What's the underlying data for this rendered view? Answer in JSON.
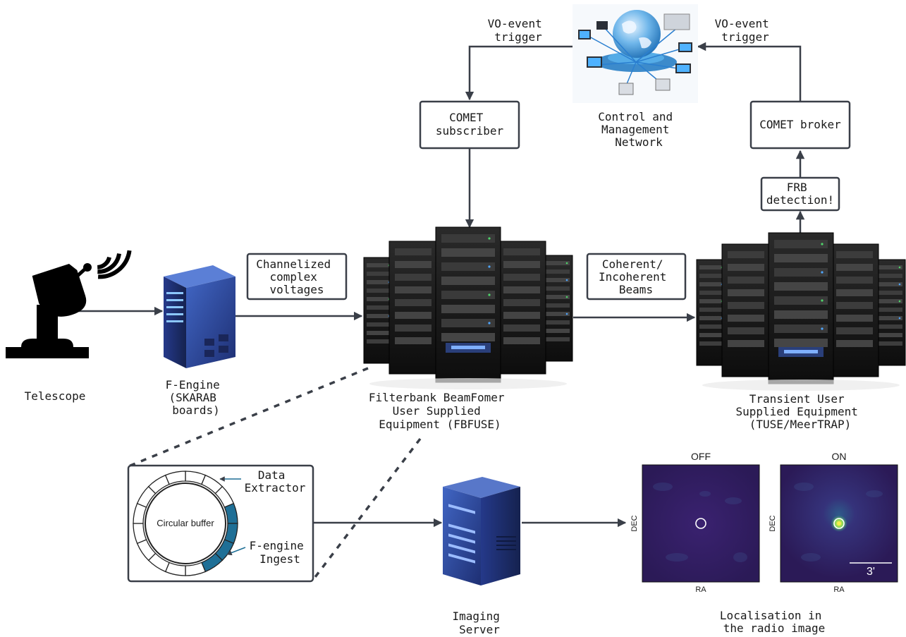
{
  "colors": {
    "edge": "#3a3f48",
    "buffer_segment": "#1f6f96",
    "fengine_blue": "#2f4a9a",
    "server_dark": "#1a1a1a",
    "server_light": "#4f7ad8",
    "radio_bg": "#2b1a57",
    "radio_source": "#f0e63a"
  },
  "nodes": {
    "telescope": {
      "label": [
        "Telescope"
      ],
      "icon": "satellite-dish-icon"
    },
    "f_engine": {
      "label": [
        "F-Engine",
        "(SKARAB",
        "boards)"
      ],
      "icon": "blue-server-icon"
    },
    "fbfuse": {
      "label": [
        "Filterbank BeamFomer",
        "User Supplied",
        "Equipment (FBFUSE)"
      ],
      "icon": "server-rack-icon"
    },
    "tuse": {
      "label": [
        "Transient User",
        "Supplied Equipment",
        "(TUSE/MeerTRAP)"
      ],
      "icon": "server-rack-icon"
    },
    "network": {
      "label": [
        "Control and",
        "Management",
        "Network"
      ],
      "icon": "globe-network-icon"
    },
    "comet_subscriber": {
      "label": [
        "COMET",
        "subscriber"
      ]
    },
    "comet_broker": {
      "label": [
        "COMET broker"
      ]
    },
    "frb_detection": {
      "label": [
        "FRB",
        "detection!"
      ]
    },
    "imaging_server": {
      "label": [
        "Imaging",
        "Server"
      ],
      "icon": "blue-server-icon"
    },
    "localisation": {
      "label": [
        "Localisation in",
        "the radio image"
      ]
    }
  },
  "edge_labels": {
    "channelized": [
      "Channelized",
      "complex",
      "voltages"
    ],
    "coherent": [
      "Coherent/",
      "Incoherent",
      "Beams"
    ],
    "vo_left": [
      "VO-event",
      "trigger"
    ],
    "vo_right": [
      "VO-event",
      "trigger"
    ]
  },
  "buffer": {
    "center_label": "Circular buffer",
    "data_extractor": [
      "Data",
      "Extractor"
    ],
    "fengine_ingest": [
      "F-engine",
      "Ingest"
    ]
  },
  "radio_images": {
    "off": {
      "title": "OFF",
      "xlabel": "RA",
      "ylabel": "DEC"
    },
    "on": {
      "title": "ON",
      "xlabel": "RA",
      "ylabel": "DEC",
      "scale_label": "3'"
    }
  }
}
